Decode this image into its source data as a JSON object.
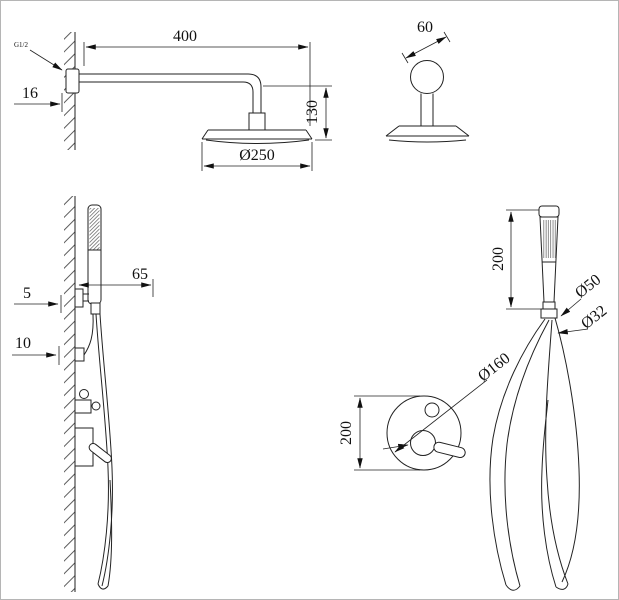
{
  "drawing": {
    "title": "shower-set-technical-drawing",
    "colors": {
      "line": "#222222",
      "background": "#ffffff"
    },
    "views": {
      "rain_shower_side": {
        "thread_label": "G1/2",
        "dim_arm_length": "400",
        "dim_plate": "16",
        "dim_drop": "130",
        "dim_head_diameter": "Ø250"
      },
      "rain_shower_front": {
        "dim_escutcheon": "60"
      },
      "hand_shower_side": {
        "dim_offset": "65",
        "dim_bracket": "5",
        "dim_outlet": "10"
      },
      "hand_shower_front": {
        "dim_handle_length": "200",
        "dim_head_width": "Ø50",
        "dim_nut": "Ø32",
        "dim_plate_diameter": "Ø160",
        "dim_mixer_height": "200"
      }
    }
  }
}
